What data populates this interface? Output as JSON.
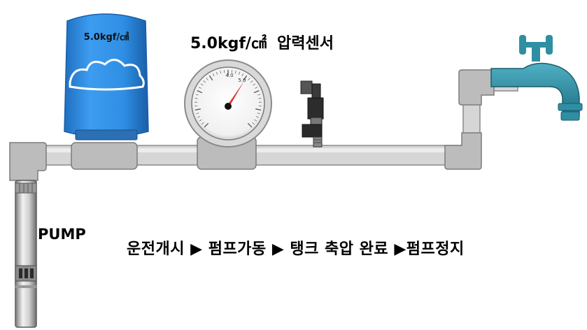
{
  "tank": {
    "pressure_label": "5.0kgf/㎠"
  },
  "gauge": {
    "tick_low": "4.0",
    "tick_high": "5.0"
  },
  "sensor": {
    "title": "5.0kgf/㎠",
    "label": "압력센서"
  },
  "pump": {
    "label": "PUMP"
  },
  "sequence": {
    "text": "운전개시 ▶ 펌프가동 ▶ 탱크 축압 완료 ▶펌프정지"
  },
  "colors": {
    "tank_blue": "#2f8fe4",
    "pipe_gray": "#c9c9c9",
    "faucet_teal": "#2e8fa3",
    "needle_red": "#e0302a"
  }
}
